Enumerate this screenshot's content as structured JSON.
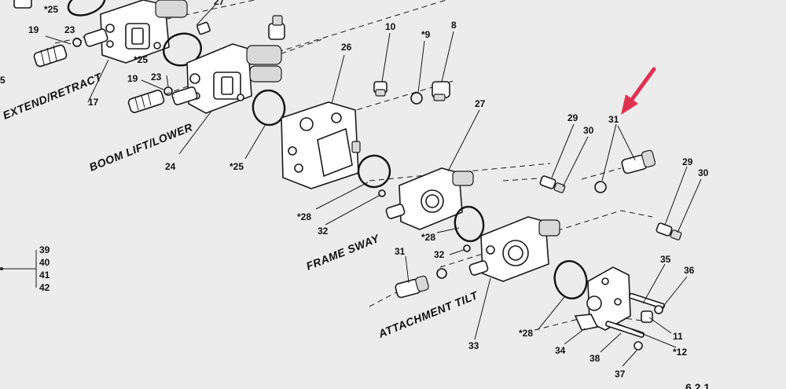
{
  "section_labels": {
    "extend_retract": "EXTEND/RETRACT",
    "boom_lift_lower": "BOOM LIFT/LOWER",
    "frame_sway": "FRAME SWAY",
    "attachment_tilt": "ATTACHMENT TILT"
  },
  "callouts": {
    "n25_top": "*25",
    "n27_top": "27",
    "n19_a": "19",
    "n23_a": "23",
    "n25_a": "*25",
    "n5_left": "5",
    "n17": "17",
    "n19_b": "19",
    "n23_b": "23",
    "n24": "24",
    "n25_b": "*25",
    "n26": "26",
    "n10": "10",
    "n9": "*9",
    "n8": "8",
    "n27": "27",
    "n28_a": "*28",
    "n32_a": "32",
    "n28_b": "*28",
    "n29_a": "29",
    "n30_a": "30",
    "n31_a": "31",
    "n29_b": "29",
    "n30_b": "30",
    "n31_b": "31",
    "n32_b": "32",
    "n28_c": "*28",
    "n33": "33",
    "n35": "35",
    "n36": "36",
    "n11": "11",
    "n12": "*12",
    "n34": "34",
    "n38": "38",
    "n37": "37"
  },
  "bracket_list": [
    "39",
    "40",
    "41",
    "42"
  ],
  "page_fragment": "6 2 1",
  "colors": {
    "background": "#ececec",
    "arrow": "#e03050",
    "ink": "#1a1a1a"
  }
}
